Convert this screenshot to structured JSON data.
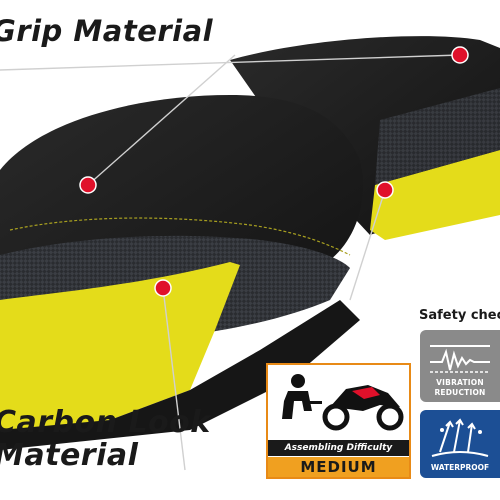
{
  "callouts": {
    "top_label": "Grip Material",
    "bottom_label_line1": "Carbon Look",
    "bottom_label_line2": "Material"
  },
  "safety": {
    "title": "Safety checks",
    "badges": [
      {
        "icon": "vibration-icon",
        "line1": "VIBRATION",
        "line2": "REDUCTION",
        "color": "#8a8a8a"
      },
      {
        "icon": "waterproof-icon",
        "label": "WATERPROOF",
        "color": "#1c4f95"
      }
    ]
  },
  "difficulty": {
    "caption": "Assembling Difficulty",
    "level": "MEDIUM",
    "accent": "#f0a020"
  },
  "colors": {
    "seat_black": "#1b1b1b",
    "seat_yellow": "#e4dc1a",
    "callout_red": "#e0102a"
  }
}
